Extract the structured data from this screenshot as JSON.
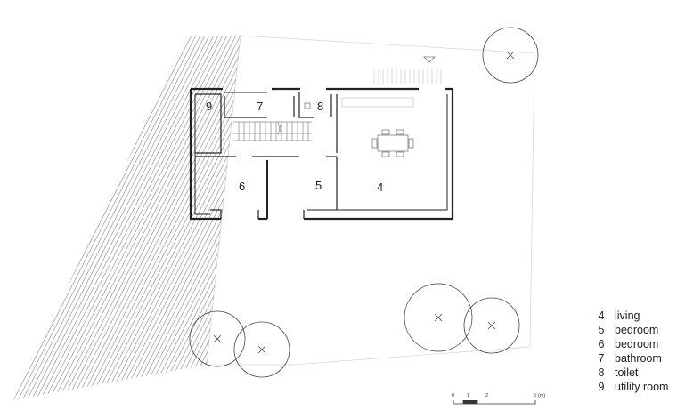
{
  "colors": {
    "ink": "#222222",
    "faint": "#d8d8d8",
    "hatch": "#8a8a8a"
  },
  "rooms": [
    {
      "id": "living",
      "number": "4"
    },
    {
      "id": "bedroom-a",
      "number": "5"
    },
    {
      "id": "bedroom-b",
      "number": "6"
    },
    {
      "id": "bathroom",
      "number": "7"
    },
    {
      "id": "toilet",
      "number": "8"
    },
    {
      "id": "utility",
      "number": "9"
    }
  ],
  "legend": [
    {
      "number": "4",
      "label": "living"
    },
    {
      "number": "5",
      "label": "bedroom"
    },
    {
      "number": "6",
      "label": "bedroom"
    },
    {
      "number": "7",
      "label": "bathroom"
    },
    {
      "number": "8",
      "label": "toilet"
    },
    {
      "number": "9",
      "label": "utility room"
    }
  ],
  "scale_bar": {
    "ticks": [
      "0",
      "1",
      "2",
      "5"
    ],
    "unit": "(m)"
  }
}
